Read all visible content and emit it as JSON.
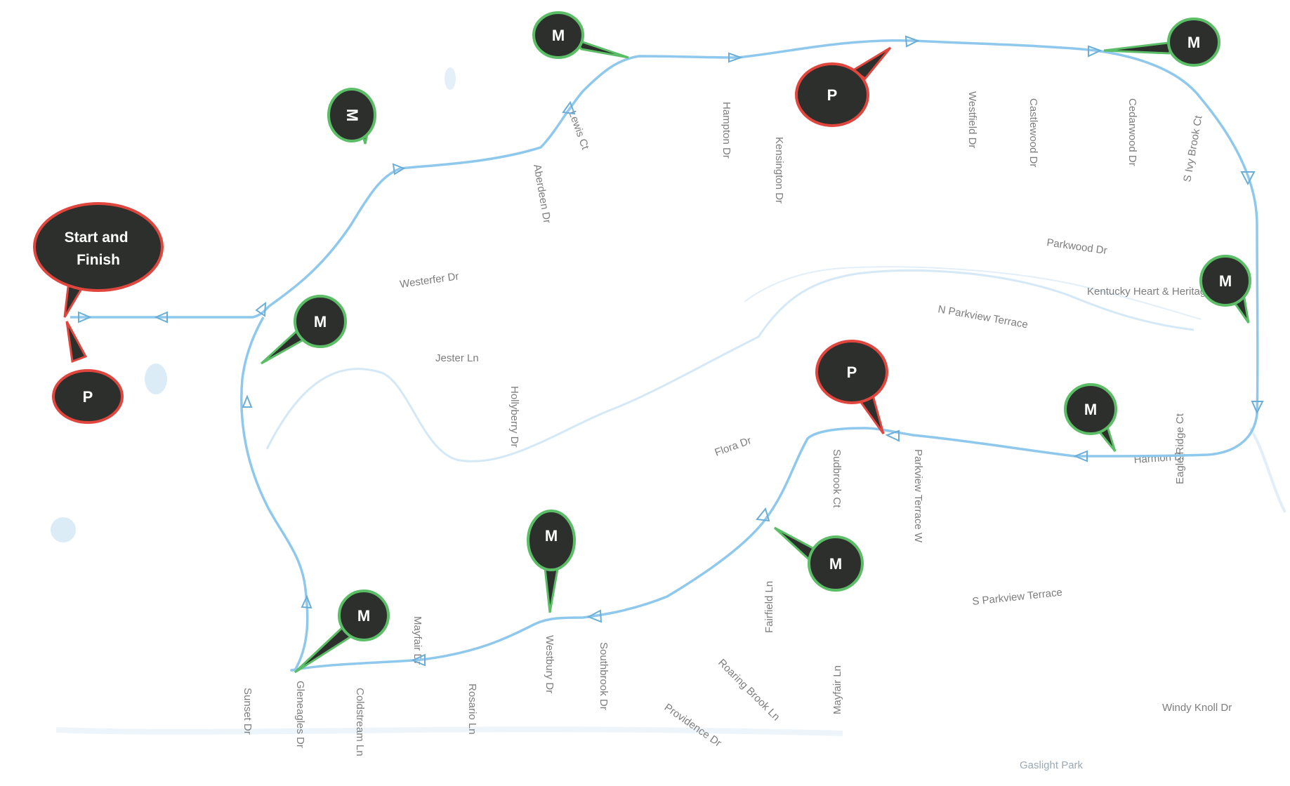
{
  "markers": {
    "start_finish": "Start and\nFinish",
    "mile": "M",
    "parking": "P"
  },
  "colors": {
    "route": "#8ec8ec",
    "mile_pin_fill": "#2c2f2c",
    "mile_pin_outline": "#5bbd66",
    "parking_pin_fill": "#2c2f2c",
    "parking_pin_outline": "#e0463d",
    "water": "#dcecf7",
    "creek": "#cfe6f5"
  },
  "icons": {
    "mile_marker": "map-pin-icon",
    "parking": "map-pin-icon",
    "direction": "arrow-icon"
  },
  "streets": [
    {
      "name": "Parkwood Dr"
    },
    {
      "name": "N Parkview Terrace"
    },
    {
      "name": "Westerfer Dr"
    },
    {
      "name": "Jester Ln"
    },
    {
      "name": "Flora Dr"
    },
    {
      "name": "Harmon Dr"
    },
    {
      "name": "S Parkview Terrace"
    },
    {
      "name": "Windy Knoll Dr"
    },
    {
      "name": "Lewis Ct"
    },
    {
      "name": "Aberdeen Dr"
    },
    {
      "name": "Hollyberry Dr"
    },
    {
      "name": "Mayfair Dr"
    },
    {
      "name": "Rosario Ln"
    },
    {
      "name": "Westbury Dr"
    },
    {
      "name": "Southbrook Dr"
    },
    {
      "name": "Providence Dr"
    },
    {
      "name": "Roaring Brook Ln"
    },
    {
      "name": "Mayfair Ln"
    },
    {
      "name": "Fairfield Ln"
    },
    {
      "name": "Parkview Terrace W"
    },
    {
      "name": "Sudbrook Ct"
    },
    {
      "name": "Castlewood Dr"
    },
    {
      "name": "Gleneagles Dr"
    },
    {
      "name": "Coldstream Ln"
    },
    {
      "name": "Eagle Ridge Ct"
    },
    {
      "name": "Hampton Dr"
    },
    {
      "name": "Kensington Dr"
    },
    {
      "name": "Westfield Dr"
    },
    {
      "name": "Cedarwood Dr"
    },
    {
      "name": "S Ivy Brook Ct"
    },
    {
      "name": "Sunset Dr"
    },
    {
      "name": "Gaslight Park"
    },
    {
      "name": "Kentucky Heart & Heritage Park"
    }
  ]
}
